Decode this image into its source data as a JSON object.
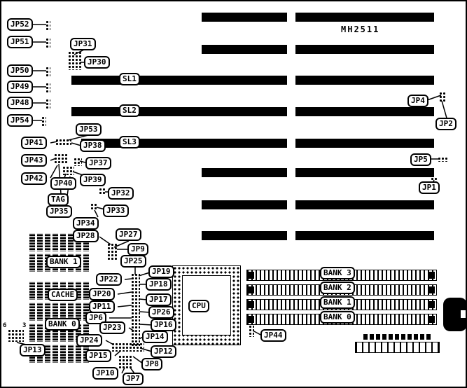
{
  "board": {
    "model": "MH2511"
  },
  "labels": {
    "jp1": "JP1",
    "jp2": "JP2",
    "jp4": "JP4",
    "jp5": "JP5",
    "jp6": "JP6",
    "jp7": "JP7",
    "jp8": "JP8",
    "jp9": "JP9",
    "jp10": "JP10",
    "jp11": "JP11",
    "jp12": "JP12",
    "jp13": "JP13",
    "jp14": "JP14",
    "jp15": "JP15",
    "jp16": "JP16",
    "jp17": "JP17",
    "jp18": "JP18",
    "jp19": "JP19",
    "jp20": "JP20",
    "jp22": "JP22",
    "jp23": "JP23",
    "jp24": "JP24",
    "jp25": "JP25",
    "jp26": "JP26",
    "jp27": "JP27",
    "jp28": "JP28",
    "jp30": "JP30",
    "jp31": "JP31",
    "jp32": "JP32",
    "jp33": "JP33",
    "jp34": "JP34",
    "jp35": "JP35",
    "jp37": "JP37",
    "jp38": "JP38",
    "jp39": "JP39",
    "jp40": "JP40",
    "jp41": "JP41",
    "jp42": "JP42",
    "jp43": "JP43",
    "jp44": "JP44",
    "jp48": "JP48",
    "jp49": "JP49",
    "jp50": "JP50",
    "jp51": "JP51",
    "jp52": "JP52",
    "jp53": "JP53",
    "jp54": "JP54",
    "sl1": "SL1",
    "sl2": "SL2",
    "sl3": "SL3",
    "tag": "TAG",
    "cache": "CACHE",
    "cpu": "CPU",
    "bank1_cache": "BANK 1",
    "bank0_cache": "BANK 0",
    "bank3_simm": "BANK 3",
    "bank2_simm": "BANK 2",
    "bank1_simm": "BANK 1",
    "bank0_simm": "BANK 0",
    "pin6": "6",
    "pin3": "3"
  }
}
